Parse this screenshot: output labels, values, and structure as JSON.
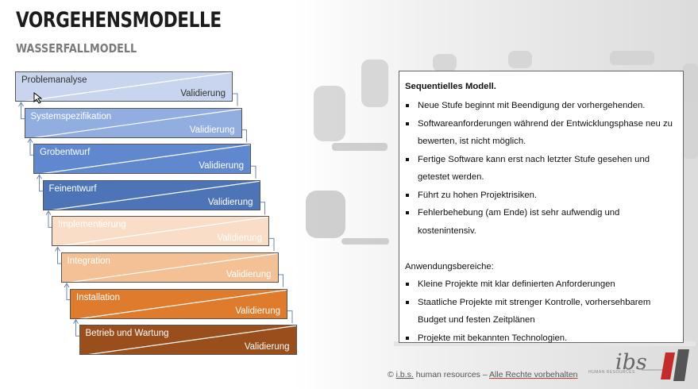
{
  "header": {
    "title": "VORGEHENSMODELLE",
    "subtitle": "WASSERFALLMODELL"
  },
  "steps": [
    {
      "name": "Problemanalyse",
      "validation": "Validierung",
      "color": "#c9d4ee"
    },
    {
      "name": "Systemspezifikation",
      "validation": "Validierung",
      "color": "#92aee0"
    },
    {
      "name": "Grobentwurf",
      "validation": "Validierung",
      "color": "#5f88cf"
    },
    {
      "name": "Feinentwurf",
      "validation": "Validierung",
      "color": "#4e74b8"
    },
    {
      "name": "Implementierung",
      "validation": "Validierung",
      "color": "#f9ddc6"
    },
    {
      "name": "Integration",
      "validation": "Validierung",
      "color": "#f4c197"
    },
    {
      "name": "Installation",
      "validation": "Validierung",
      "color": "#de7b2d"
    },
    {
      "name": "Betrieb und Wartung",
      "validation": "Validierung",
      "color": "#9a4e1c"
    }
  ],
  "panel": {
    "heading": "Sequentielles Modell.",
    "bullets": [
      "Neue Stufe beginnt mit Beendigung der vorhergehenden.",
      "Softwareanforderungen während der Entwicklungsphase neu zu bewerten, ist nicht möglich.",
      "Fertige Software kann erst nach letzter Stufe gesehen und getestet werden.",
      "Führt zu hohen Projektrisiken.",
      "Fehlerbehebung (am Ende) ist sehr aufwendig und kostenintensiv."
    ],
    "section2_heading": "Anwendungsbereiche:",
    "bullets2": [
      "Kleine Projekte mit klar definierten Anforderungen",
      "Staatliche Projekte mit strenger Kontrolle, vorhersehbarem Budget und festen Zeitplänen",
      "Projekte mit bekannten Technologien."
    ]
  },
  "footer": {
    "copyright": "©",
    "brand": "i.b.s.",
    "company": "human resources –",
    "rights": "Alle Rechte vorbehalten"
  },
  "logo": {
    "text": "ibs",
    "subtext": "HUMAN RESOURCES"
  }
}
